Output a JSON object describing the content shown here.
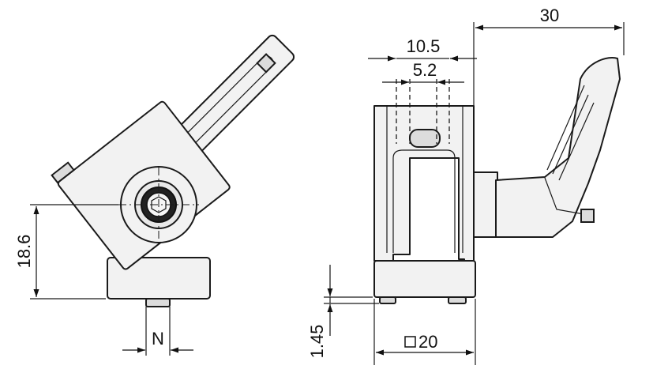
{
  "views": {
    "front": {
      "height_dimension": "18.6",
      "slot_dimension": "N"
    },
    "side": {
      "total_depth_dimension": "30",
      "outer_slot_dimension": "10.5",
      "inner_slot_dimension": "5.2",
      "base_offset_dimension": "1.45",
      "profile_size_dimension": "20",
      "square_symbol": "square"
    }
  }
}
